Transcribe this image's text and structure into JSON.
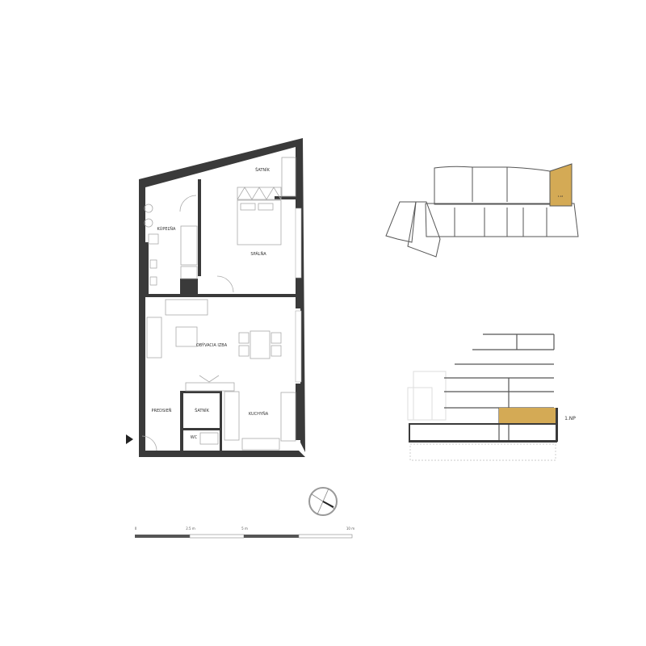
{
  "floor_plan": {
    "rooms": [
      {
        "label": "ŠATNÍK"
      },
      {
        "label": "KÚPEĽŇA"
      },
      {
        "label": "SPÁLŇA"
      },
      {
        "label": "OBÝVACIA IZBA"
      },
      {
        "label": "PREDSIEŇ"
      },
      {
        "label": "ŠATNÍK"
      },
      {
        "label": "KUCHYŇA"
      },
      {
        "label": "WC"
      }
    ],
    "entrance_icon": "triangle-arrow-right"
  },
  "scale_bar": {
    "ticks": [
      "0",
      "2.5 m",
      "5 m",
      "10 m"
    ]
  },
  "compass": {
    "icon": "north-arrow-compass"
  },
  "key_plan": {
    "highlighted_unit": "1.12",
    "highlight_color": "#D4AA55"
  },
  "section": {
    "floor_label": "1.NP",
    "highlight_color": "#D4AA55"
  }
}
